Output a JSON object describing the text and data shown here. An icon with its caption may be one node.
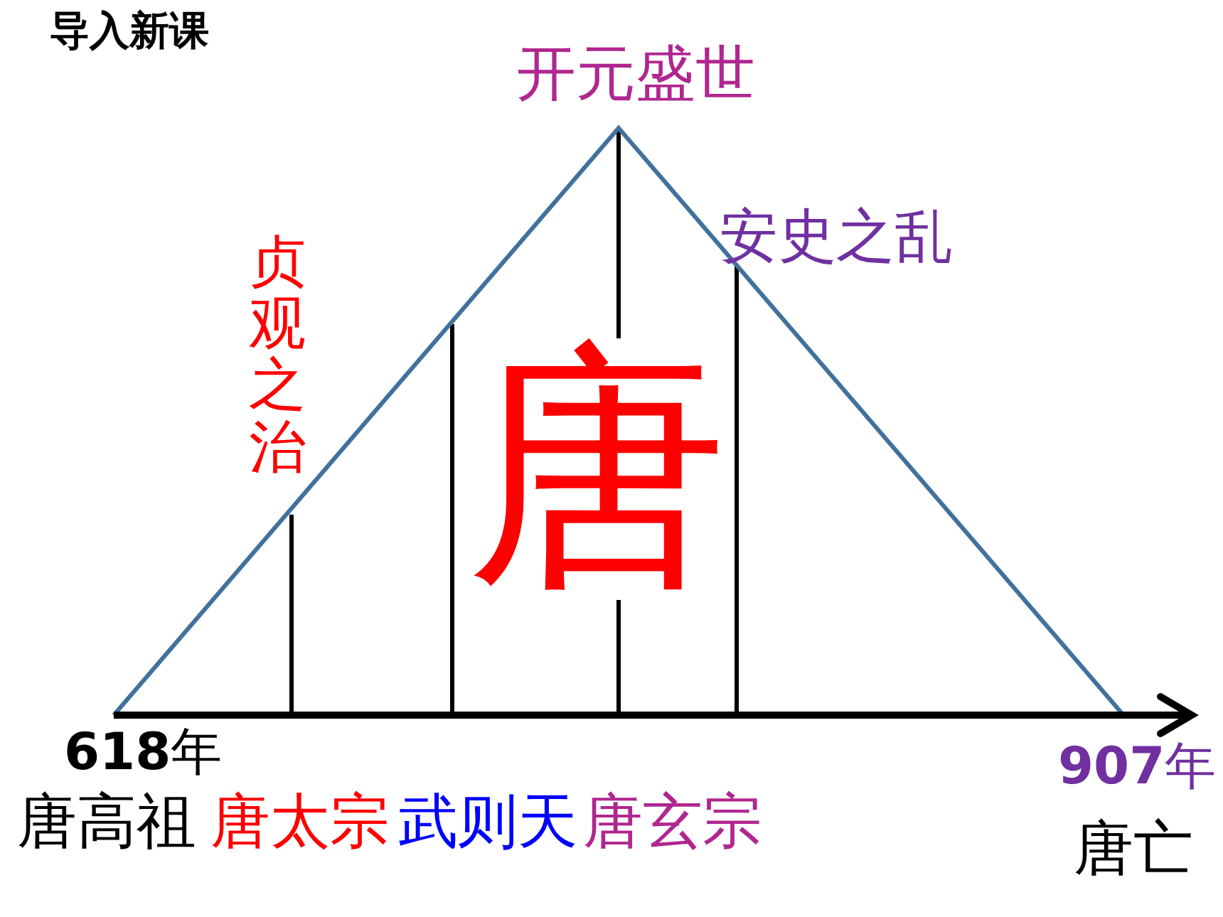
{
  "diagram": {
    "title": "导入新课",
    "labels": [
      "开元盛世",
      "安史之乱",
      "贞观之治",
      "唐",
      "**618**年",
      "**907**年",
      "唐高祖",
      "唐太宗",
      "武则天",
      "唐玄宗",
      "唐亡"
    ]
  }
}
